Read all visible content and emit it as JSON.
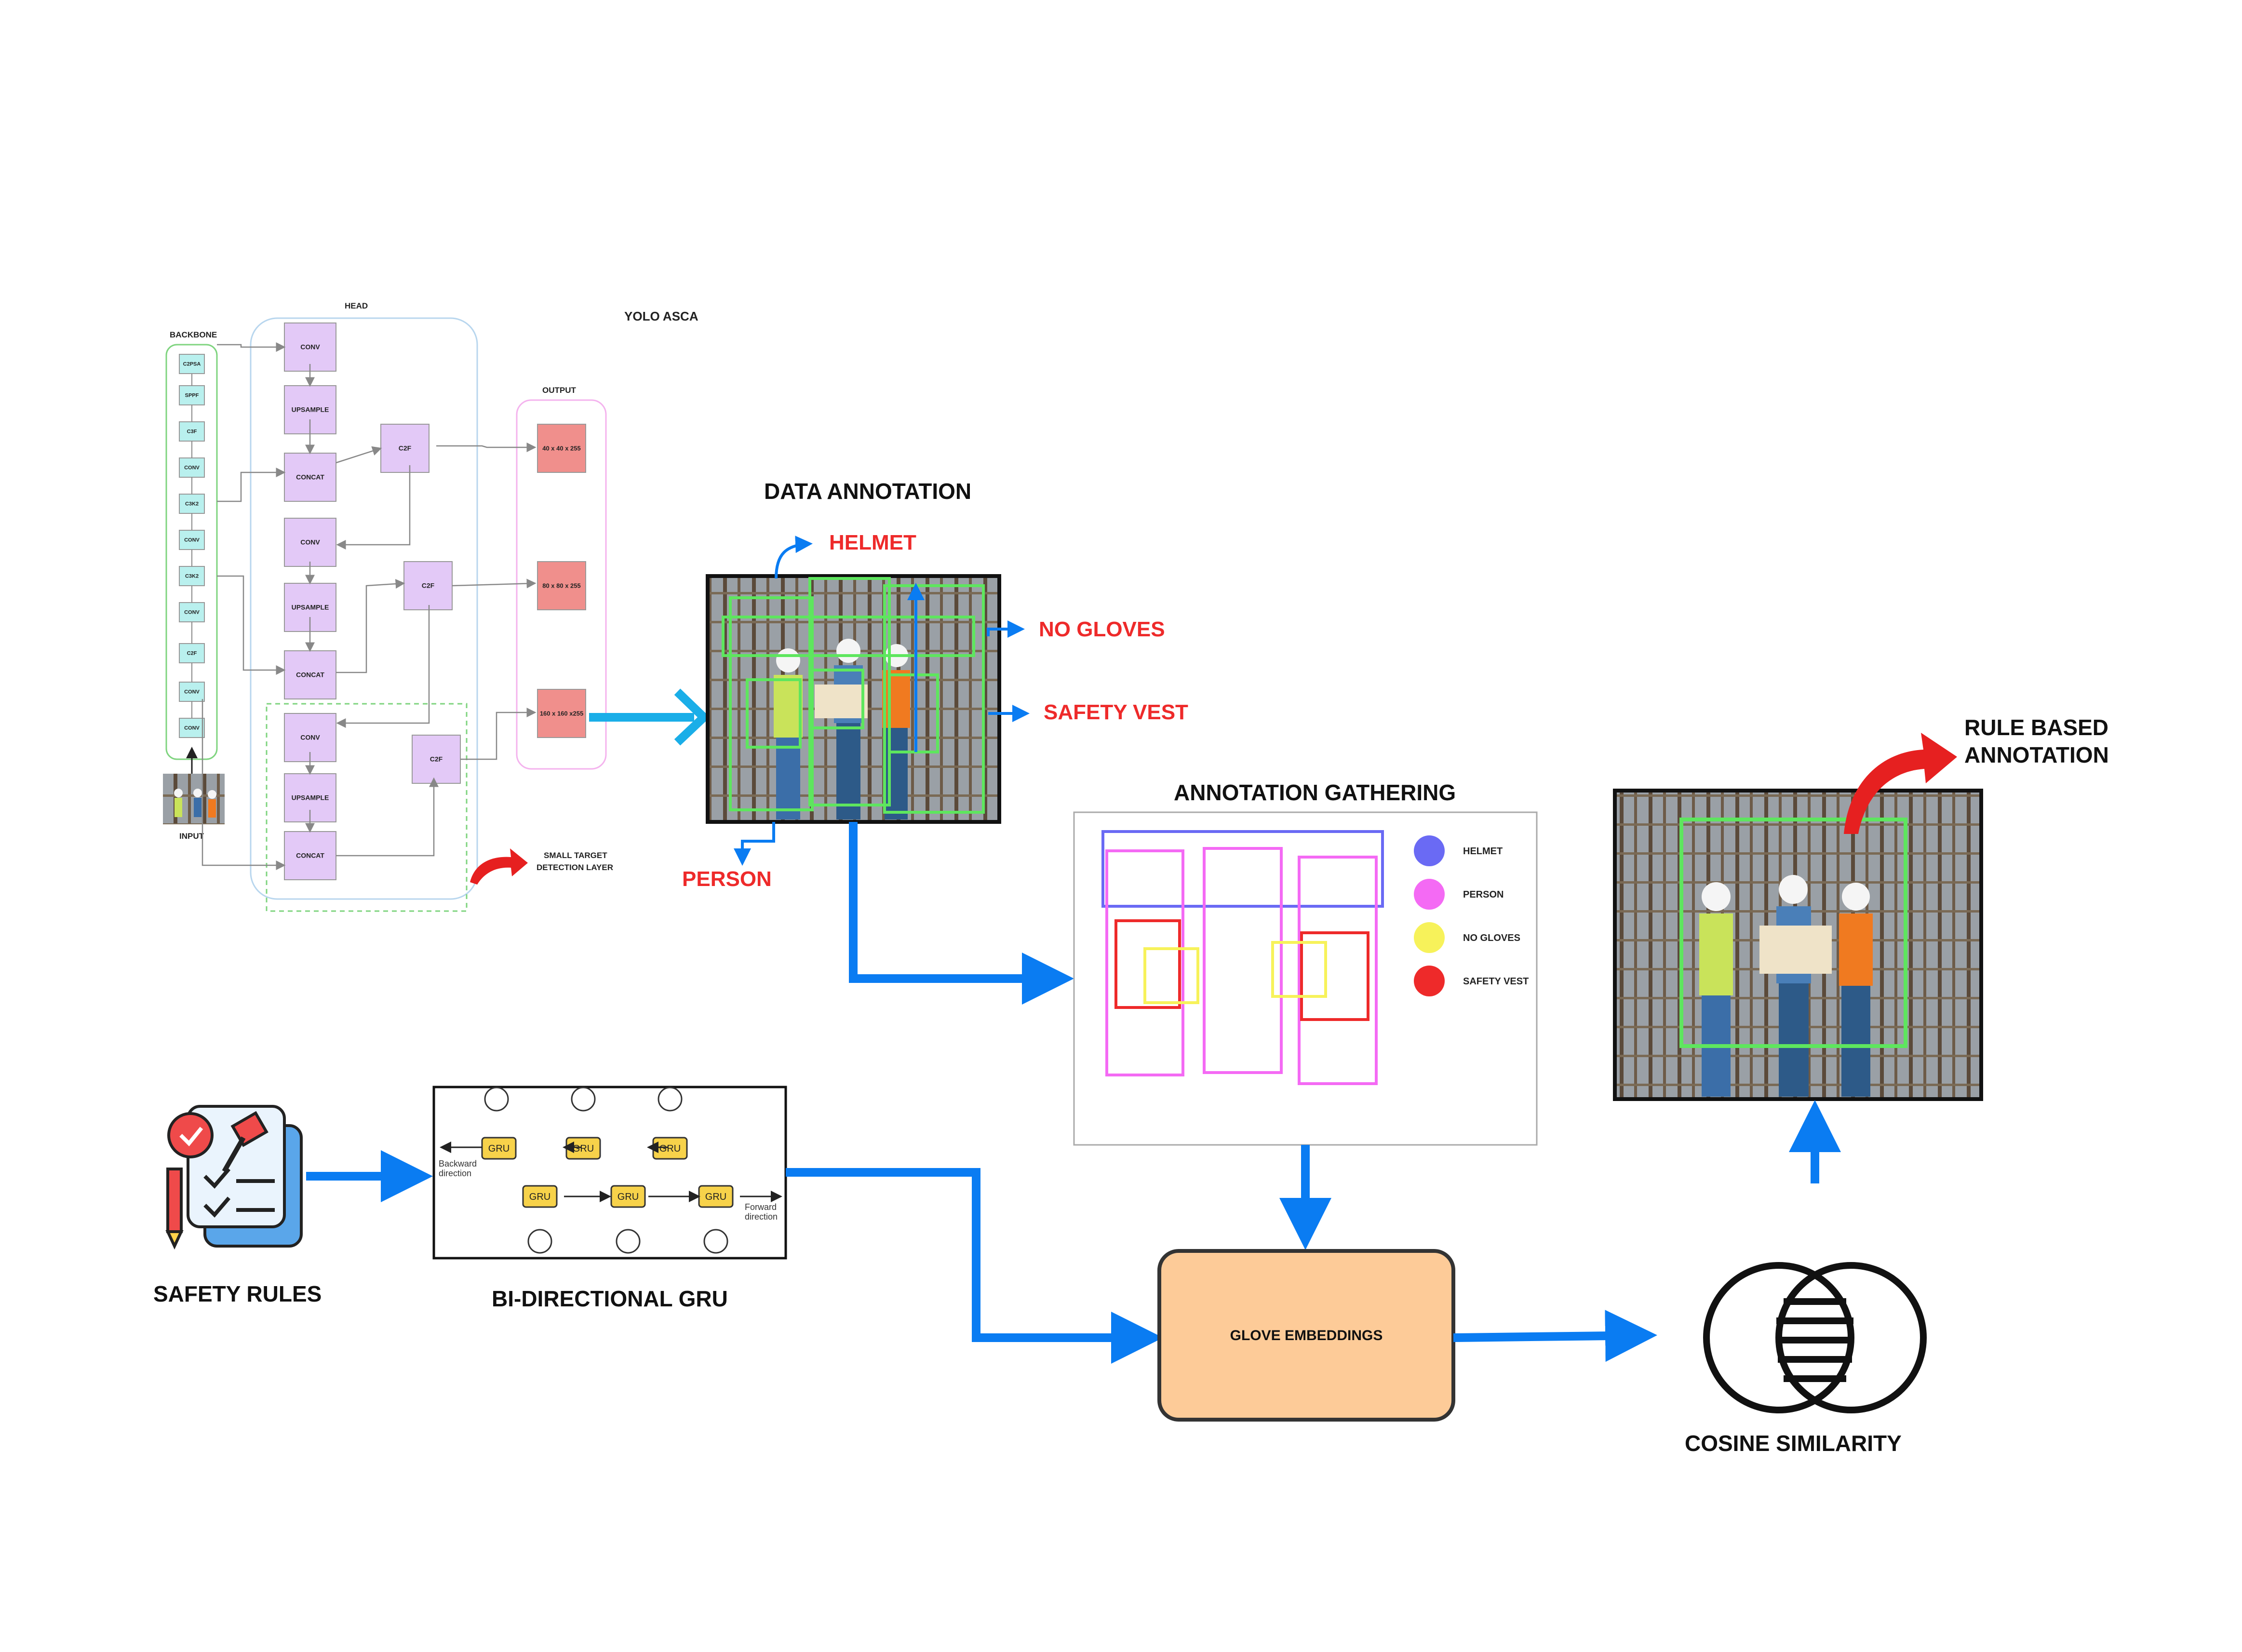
{
  "yolo": {
    "title": "YOLO ASCA",
    "backbone_label": "BACKBONE",
    "head_label": "HEAD",
    "output_label": "OUTPUT",
    "input_label": "INPUT",
    "small_target_line1": "SMALL TARGET",
    "small_target_line2": "DETECTION LAYER",
    "backbone_blocks": [
      "C2PSA",
      "SPPF",
      "C3F",
      "CONV",
      "C3K2",
      "CONV",
      "C3K2",
      "CONV",
      "C2F",
      "CONV",
      "CONV"
    ],
    "head_blocks": [
      "CONV",
      "UPSAMPLE",
      "CONCAT",
      "CONV",
      "UPSAMPLE",
      "CONCAT",
      "CONV",
      "UPSAMPLE",
      "CONCAT"
    ],
    "c2f_blocks": [
      "C2F",
      "C2F",
      "C2F"
    ],
    "output_blocks": [
      "40 x 40 x 255",
      "80 x 80 x 255",
      "160 x 160 x255"
    ]
  },
  "annotation": {
    "title": "DATA ANNOTATION",
    "labels": {
      "helmet": "HELMET",
      "no_gloves": "NO GLOVES",
      "safety_vest": "SAFETY VEST",
      "person": "PERSON"
    }
  },
  "gathering": {
    "title": "ANNOTATION GATHERING",
    "legend": [
      {
        "label": "HELMET",
        "color": "#6a6af4"
      },
      {
        "label": "PERSON",
        "color": "#f46af4"
      },
      {
        "label": "NO GLOVES",
        "color": "#f7f25a"
      },
      {
        "label": "SAFETY VEST",
        "color": "#ee2a2a"
      }
    ]
  },
  "rule_based": {
    "line1": "RULE BASED",
    "line2": "ANNOTATION"
  },
  "safety_rules": {
    "label": "SAFETY RULES"
  },
  "gru": {
    "title": "BI-DIRECTIONAL GRU",
    "cell_label": "GRU",
    "backward": [
      "Backward",
      "direction"
    ],
    "forward": [
      "Forward",
      "direction"
    ]
  },
  "glove": {
    "label": "GLOVE EMBEDDINGS"
  },
  "cosine": {
    "label": "COSINE SIMILARITY"
  },
  "colors": {
    "arrow_blue": "#0a7cf2",
    "label_red": "#ee2a2a",
    "glove_fill": "#fdcb98",
    "purple_block": "#e3c9f7",
    "red_block": "#f08f8c",
    "cyan_block": "#b9f0ee"
  }
}
